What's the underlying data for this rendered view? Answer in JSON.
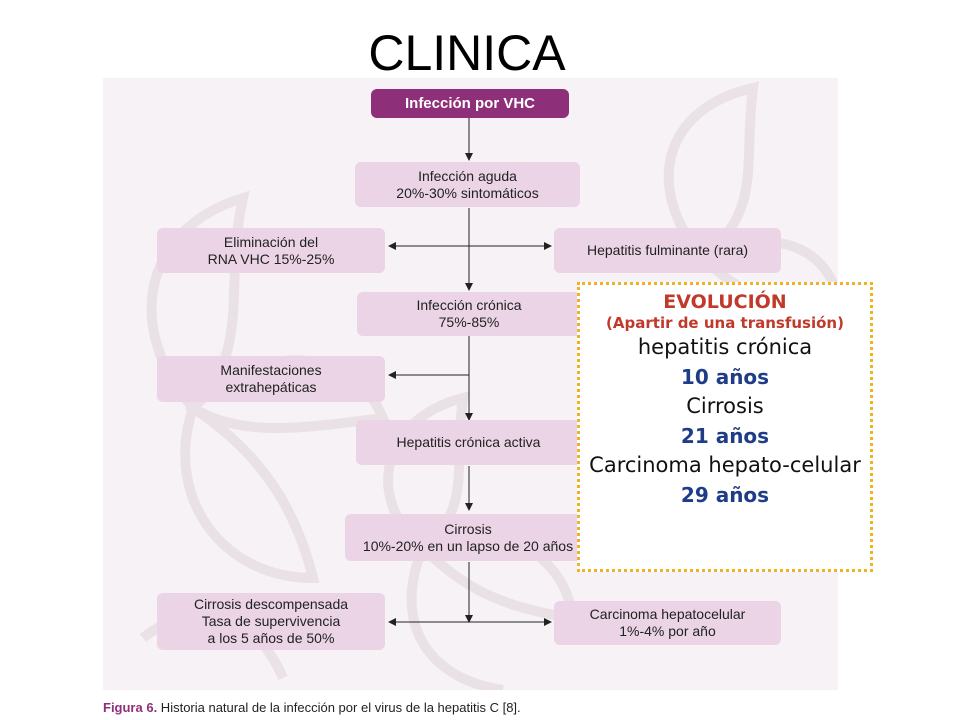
{
  "slide": {
    "title": "CLINICA"
  },
  "flowchart": {
    "top": "Infección por VHC",
    "acute": "Infección aguda\n20%-30% sintomáticos",
    "elimination": "Eliminación del\nRNA VHC 15%-25%",
    "fulminant": "Hepatitis fulminante (rara)",
    "chronic": "Infección crónica\n75%-85%",
    "extrahepatic": "Manifestaciones\nextrahepáticas",
    "active": "Hepatitis crónica activa",
    "cirrhosis": "Cirrosis\n10%-20% en un lapso de 20 años",
    "decompensated": "Cirrosis descompensada\nTasa de supervivencia\na los 5 años de 50%",
    "carcinoma": "Carcinoma hepatocelular\n1%-4% por año"
  },
  "caption": {
    "label": "Figura 6.",
    "text": " Historia natural de la infección por el virus de la hepatitis C [8]."
  },
  "callout": {
    "title": "EVOLUCIÓN",
    "subtitle": "(Apartir de una transfusión)",
    "stage1": "hepatitis crónica",
    "years1": "10 años",
    "stage2": "Cirrosis",
    "years2": "21 años",
    "stage3": "Carcinoma hepato-celular",
    "years3": "29 años"
  },
  "colors": {
    "accent": "#8e2f79",
    "box": "#ead4e6",
    "callout_border": "#f0b323",
    "callout_title": "#c0392b",
    "callout_years": "#1f3c88"
  }
}
